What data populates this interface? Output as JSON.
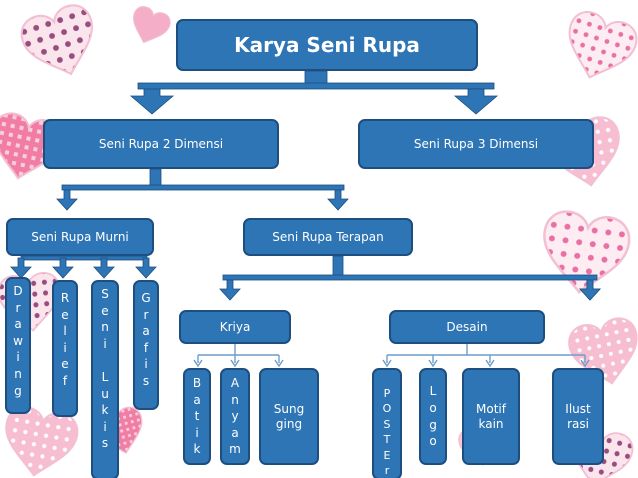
{
  "nodes": {
    "root": "Karya Seni Rupa",
    "dim2": "Seni Rupa 2 Dimensi",
    "dim3": "Seni Rupa 3 Dimensi",
    "murni": "Seni  Rupa Murni",
    "terapan": "Seni Rupa Terapan",
    "drawing": "D\nr\na\nw\ni\nn\ng",
    "relief": "R\ne\nl\ni\ne\nf",
    "seni_lukis": "S\ne\nn\ni\n\nL\nu\nk\ni\ns",
    "grafis": "G\nr\na\nf\ni\ns",
    "kriya": "Kriya",
    "desain": "Desain",
    "batik": "B\na\nt\ni\nk",
    "anyam": "A\nn\ny\na\nm",
    "sunging": "Sung\nging",
    "poster": "P\nO\nS\nT\nE\nr",
    "logo": "L\no\ng\no",
    "motif_kain": "Motif\nkain",
    "ilustrasi": "Ilust\nrasi"
  },
  "colors": {
    "node_fill": "#2e75b6",
    "node_border": "#1c4e80",
    "node_text": "#ffffff",
    "connector": "#2e75b6"
  },
  "background_icons": [
    "heart-icon"
  ]
}
